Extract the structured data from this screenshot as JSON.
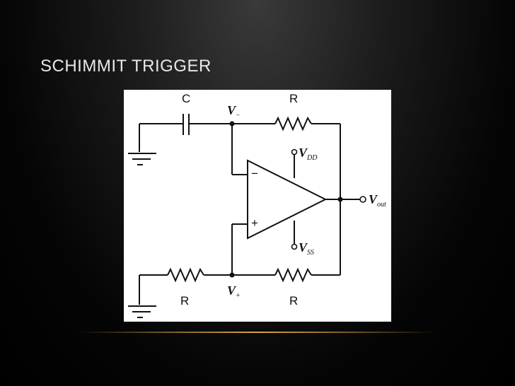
{
  "slide": {
    "title": "SCHIMMIT TRIGGER"
  },
  "diagram": {
    "labels": {
      "capacitor": "C",
      "resistor_feedback_top": "R",
      "resistor_input_bottom": "R",
      "resistor_feedback_bottom": "R",
      "node_minus_main": "V",
      "node_minus_sub": "−",
      "node_plus_main": "V",
      "node_plus_sub": "+",
      "supply_top_main": "V",
      "supply_top_sub": "DD",
      "supply_bottom_main": "V",
      "supply_bottom_sub": "SS",
      "output_main": "V",
      "output_sub": "out",
      "opamp_inverting": "−",
      "opamp_noninverting": "+"
    }
  },
  "colors": {
    "background": "#000000",
    "title_text": "#e8e8e8",
    "panel": "#ffffff",
    "accent_line": "#d8a540"
  }
}
